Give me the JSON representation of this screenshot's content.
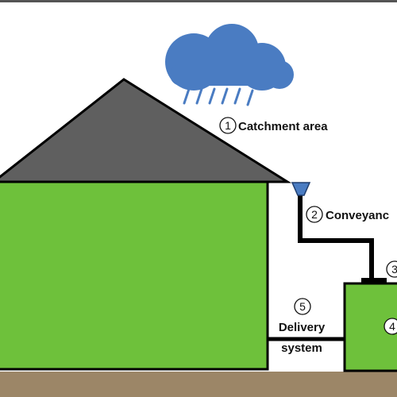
{
  "labels": {
    "catchment": {
      "number": "1",
      "text": "Catchment area"
    },
    "conveyance": {
      "number": "2",
      "text": "Conveyanc"
    },
    "filter": {
      "number": "3"
    },
    "storage": {
      "number": "4"
    },
    "delivery": {
      "number": "5",
      "line1": "Delivery",
      "line2": "system"
    }
  },
  "colors": {
    "house_wall": "#6ec13b",
    "tank": "#6ec13b",
    "roof": "#5f5f5f",
    "cloud": "#4a7cc2",
    "rain": "#4a7cc2",
    "gutter": "#4a7cc2",
    "ground": "#9c8667",
    "pipe": "#000000"
  }
}
